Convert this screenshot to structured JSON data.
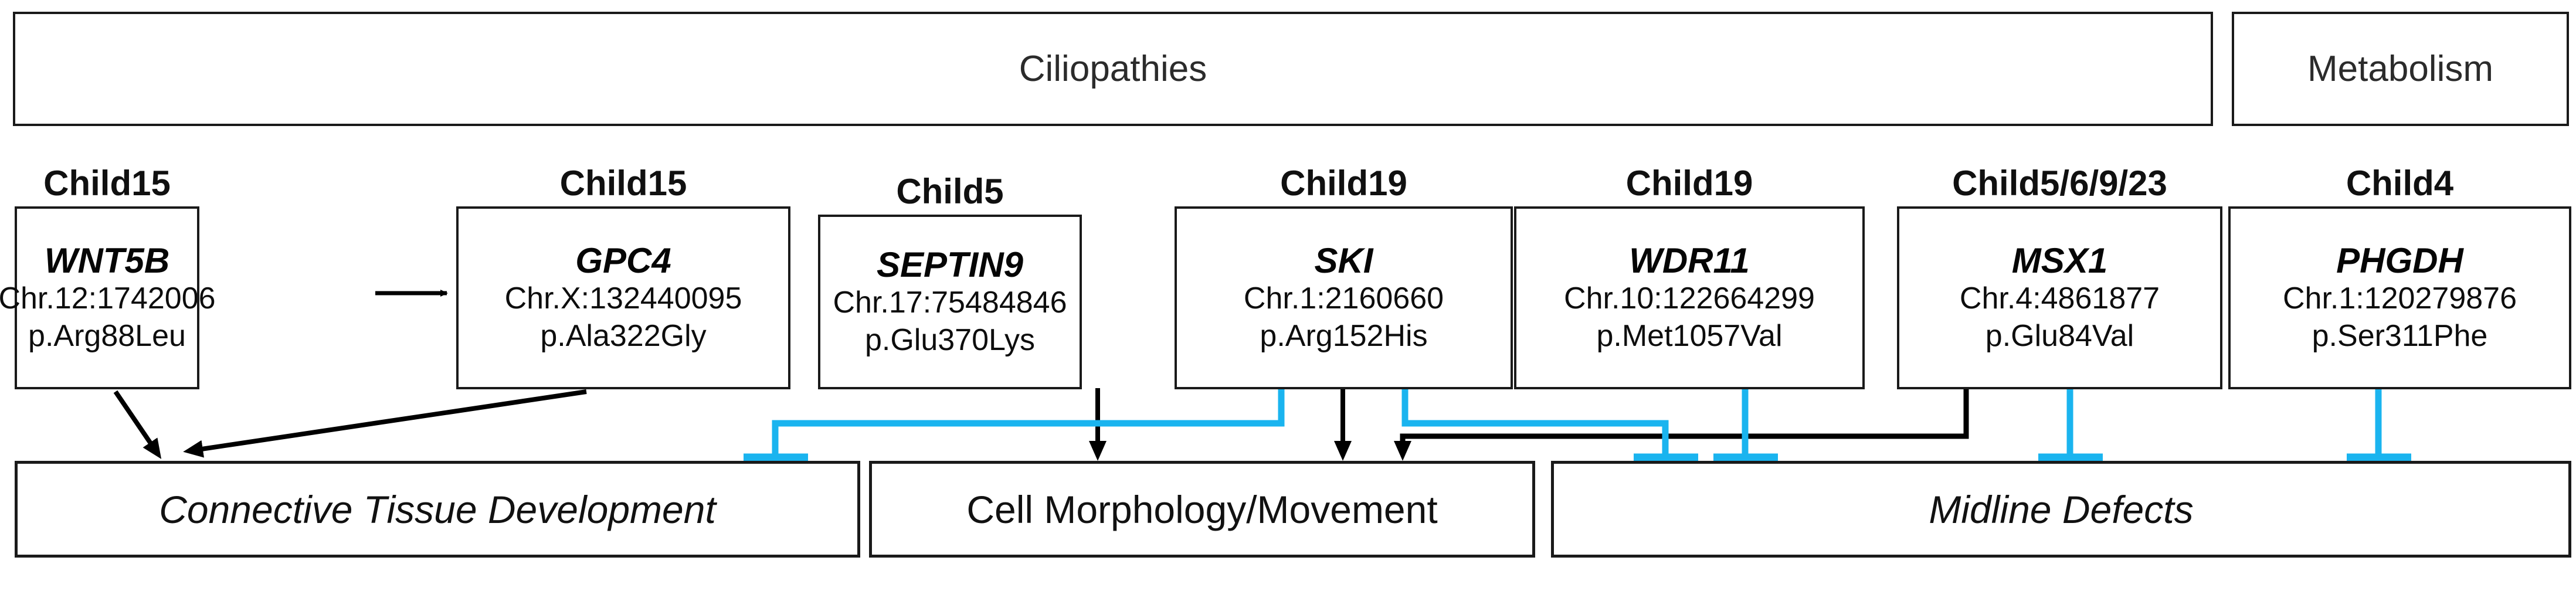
{
  "diagram": {
    "title_row": {
      "categories": [
        {
          "name": "ciliopathies",
          "label": "Ciliopathies"
        },
        {
          "name": "metabolism",
          "label": "Metabolism"
        }
      ]
    },
    "genes": [
      {
        "child": "Child15",
        "gene": "WNT5B",
        "location": "Chr.12:1742006",
        "protein_change": "p.Arg88Leu"
      },
      {
        "child": "Child15",
        "gene": "GPC4",
        "location": "Chr.X:132440095",
        "protein_change": "p.Ala322Gly"
      },
      {
        "child": "Child5",
        "gene": "SEPTIN9",
        "location": "Chr.17:75484846",
        "protein_change": "p.Glu370Lys"
      },
      {
        "child": "Child19",
        "gene": "SKI",
        "location": "Chr.1:2160660",
        "protein_change": "p.Arg152His"
      },
      {
        "child": "Child19",
        "gene": "WDR11",
        "location": "Chr.10:122664299",
        "protein_change": "p.Met1057Val"
      },
      {
        "child": "Child5/6/9/23",
        "gene": "MSX1",
        "location": "Chr.4:4861877",
        "protein_change": "p.Glu84Val"
      },
      {
        "child": "Child4",
        "gene": "PHGDH",
        "location": "Chr.1:120279876",
        "protein_change": "p.Ser311Phe"
      }
    ],
    "outcomes": [
      {
        "name": "connective-tissue-development",
        "label": "Connective Tissue Development",
        "style": "italic"
      },
      {
        "name": "cell-morphology-movement",
        "label": "Cell Morphology/Movement",
        "style": "upright"
      },
      {
        "name": "midline-defects",
        "label": "Midline Defects",
        "style": "italic"
      }
    ],
    "colors": {
      "activation_arrow": "#000000",
      "inhibition_line": "#1ab4ef",
      "box_border": "#1a1a1a",
      "background": "#ffffff"
    },
    "edges": [
      {
        "from": "WNT5B",
        "to": "GPC4",
        "type": "activation"
      },
      {
        "from": "WNT5B",
        "to": "Connective Tissue Development",
        "type": "activation"
      },
      {
        "from": "GPC4",
        "to": "Connective Tissue Development",
        "type": "activation"
      },
      {
        "from": "SEPTIN9",
        "to": "Cell Morphology/Movement",
        "type": "activation"
      },
      {
        "from": "SKI",
        "to": "Cell Morphology/Movement",
        "type": "activation"
      },
      {
        "from": "SKI",
        "to": "Connective Tissue Development",
        "type": "inhibition"
      },
      {
        "from": "SKI",
        "to": "Midline Defects",
        "type": "inhibition"
      },
      {
        "from": "WDR11",
        "to": "Midline Defects",
        "type": "inhibition"
      },
      {
        "from": "MSX1",
        "to": "Cell Morphology/Movement",
        "type": "activation"
      },
      {
        "from": "MSX1",
        "to": "Midline Defects",
        "type": "inhibition"
      },
      {
        "from": "PHGDH",
        "to": "Midline Defects",
        "type": "inhibition"
      }
    ]
  }
}
